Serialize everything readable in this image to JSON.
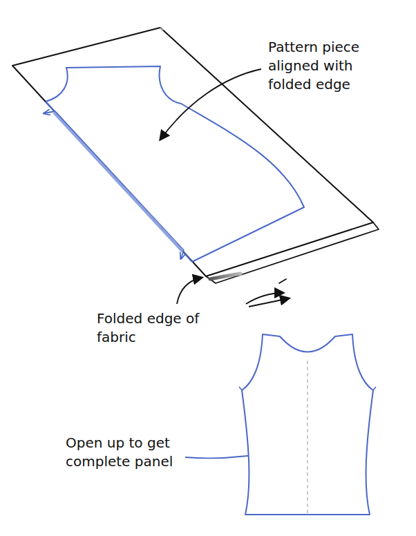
{
  "diagram": {
    "labels": [
      "Pattern piece aligned with folded edge",
      "Folded edge of fabric",
      "Open up to get complete panel"
    ]
  }
}
